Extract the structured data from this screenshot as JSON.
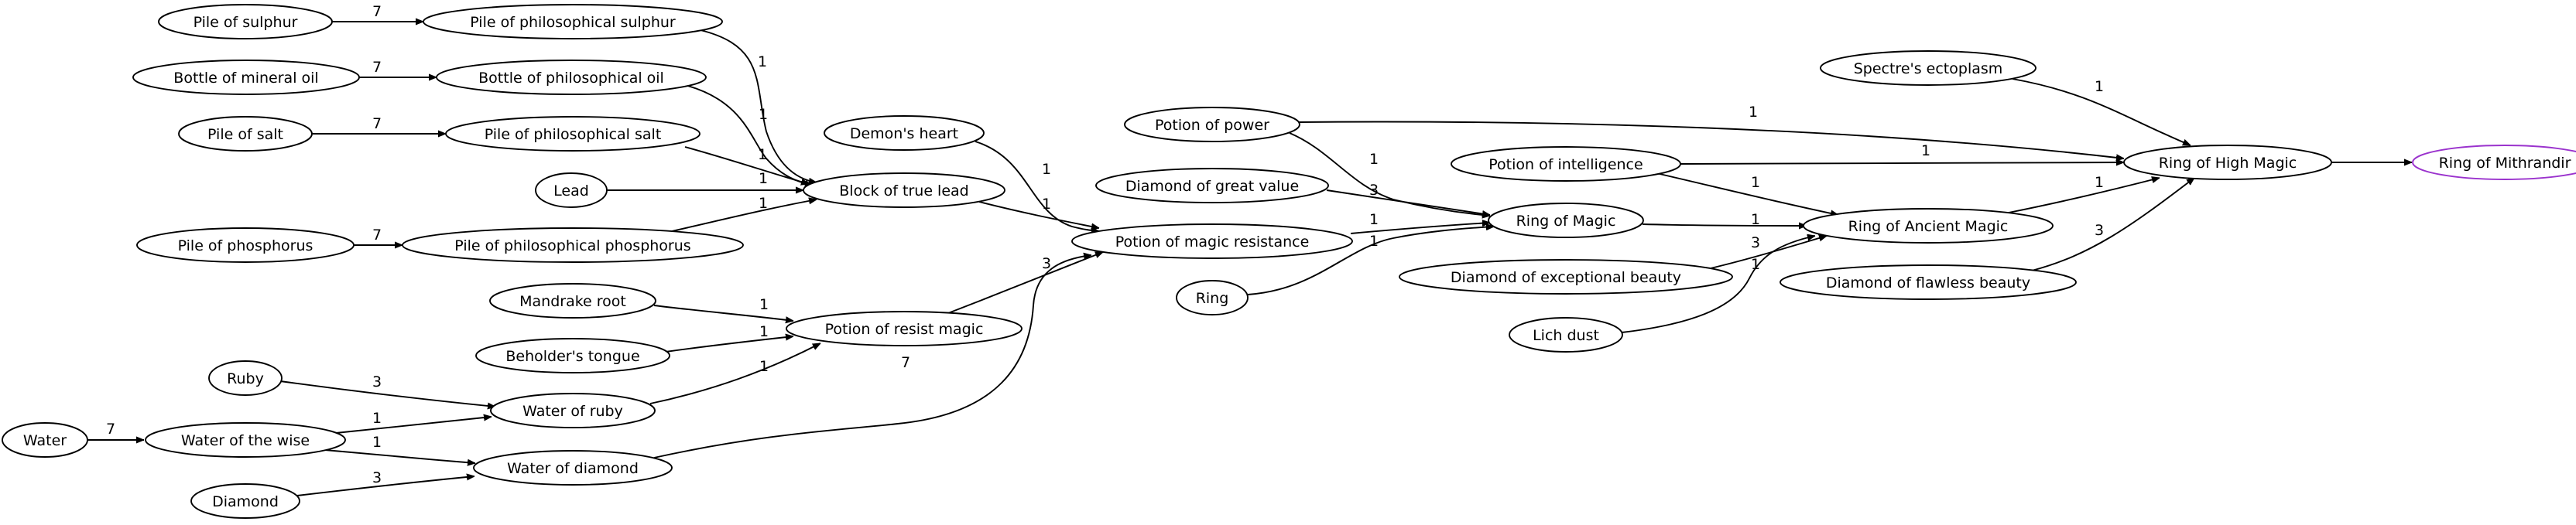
{
  "diagram": {
    "type": "directed-graph",
    "nodes": [
      {
        "id": "pile_sulphur",
        "label": "Pile of sulphur"
      },
      {
        "id": "phil_sulphur",
        "label": "Pile of philosophical sulphur"
      },
      {
        "id": "mineral_oil",
        "label": "Bottle of mineral oil"
      },
      {
        "id": "phil_oil",
        "label": "Bottle of philosophical oil"
      },
      {
        "id": "pile_salt",
        "label": "Pile of salt"
      },
      {
        "id": "phil_salt",
        "label": "Pile of philosophical salt"
      },
      {
        "id": "lead",
        "label": "Lead"
      },
      {
        "id": "pile_phosphorus",
        "label": "Pile of phosphorus"
      },
      {
        "id": "phil_phosphorus",
        "label": "Pile of philosophical phosphorus"
      },
      {
        "id": "true_lead",
        "label": "Block of true lead"
      },
      {
        "id": "demons_heart",
        "label": "Demon's heart"
      },
      {
        "id": "mandrake",
        "label": "Mandrake root"
      },
      {
        "id": "beholder",
        "label": "Beholder's tongue"
      },
      {
        "id": "resist_magic",
        "label": "Potion of resist magic"
      },
      {
        "id": "ruby",
        "label": "Ruby"
      },
      {
        "id": "water_ruby",
        "label": "Water of ruby"
      },
      {
        "id": "water",
        "label": "Water"
      },
      {
        "id": "water_wise",
        "label": "Water of the wise"
      },
      {
        "id": "diamond",
        "label": "Diamond"
      },
      {
        "id": "water_diamond",
        "label": "Water of diamond"
      },
      {
        "id": "potion_power",
        "label": "Potion of power"
      },
      {
        "id": "diamond_great",
        "label": "Diamond of great value"
      },
      {
        "id": "magic_resistance",
        "label": "Potion of magic resistance"
      },
      {
        "id": "ring",
        "label": "Ring"
      },
      {
        "id": "potion_intel",
        "label": "Potion of intelligence"
      },
      {
        "id": "ring_magic",
        "label": "Ring of Magic"
      },
      {
        "id": "diamond_exceptional",
        "label": "Diamond of exceptional beauty"
      },
      {
        "id": "lich_dust",
        "label": "Lich dust"
      },
      {
        "id": "spectre",
        "label": "Spectre's ectoplasm"
      },
      {
        "id": "ring_ancient",
        "label": "Ring of Ancient Magic"
      },
      {
        "id": "diamond_flawless",
        "label": "Diamond of flawless beauty"
      },
      {
        "id": "ring_high",
        "label": "Ring of High Magic"
      },
      {
        "id": "ring_mithrandir",
        "label": "Ring of Mithrandir",
        "color": "#9a32cd"
      }
    ],
    "edges": [
      {
        "from": "pile_sulphur",
        "to": "phil_sulphur",
        "label": "7"
      },
      {
        "from": "mineral_oil",
        "to": "phil_oil",
        "label": "7"
      },
      {
        "from": "pile_salt",
        "to": "phil_salt",
        "label": "7"
      },
      {
        "from": "pile_phosphorus",
        "to": "phil_phosphorus",
        "label": "7"
      },
      {
        "from": "phil_sulphur",
        "to": "true_lead",
        "label": "1"
      },
      {
        "from": "phil_oil",
        "to": "true_lead",
        "label": "1"
      },
      {
        "from": "phil_salt",
        "to": "true_lead",
        "label": "1"
      },
      {
        "from": "lead",
        "to": "true_lead",
        "label": "1"
      },
      {
        "from": "phil_phosphorus",
        "to": "true_lead",
        "label": "1"
      },
      {
        "from": "true_lead",
        "to": "magic_resistance",
        "label": "1"
      },
      {
        "from": "demons_heart",
        "to": "magic_resistance",
        "label": "1"
      },
      {
        "from": "mandrake",
        "to": "resist_magic",
        "label": "1"
      },
      {
        "from": "beholder",
        "to": "resist_magic",
        "label": "1"
      },
      {
        "from": "water_ruby",
        "to": "resist_magic",
        "label": "1"
      },
      {
        "from": "resist_magic",
        "to": "magic_resistance",
        "label": "3"
      },
      {
        "from": "ruby",
        "to": "water_ruby",
        "label": "3"
      },
      {
        "from": "water",
        "to": "water_wise",
        "label": "7"
      },
      {
        "from": "water_wise",
        "to": "water_ruby",
        "label": "1"
      },
      {
        "from": "water_wise",
        "to": "water_diamond",
        "label": "1"
      },
      {
        "from": "diamond",
        "to": "water_diamond",
        "label": "3"
      },
      {
        "from": "water_diamond",
        "to": "magic_resistance",
        "label": "7"
      },
      {
        "from": "potion_power",
        "to": "ring_magic",
        "label": "1"
      },
      {
        "from": "potion_power",
        "to": "ring_high",
        "label": "1"
      },
      {
        "from": "diamond_great",
        "to": "ring_magic",
        "label": "3"
      },
      {
        "from": "magic_resistance",
        "to": "ring_magic",
        "label": "1"
      },
      {
        "from": "ring",
        "to": "ring_magic",
        "label": "1"
      },
      {
        "from": "potion_intel",
        "to": "ring_ancient",
        "label": "1"
      },
      {
        "from": "potion_intel",
        "to": "ring_high",
        "label": "1"
      },
      {
        "from": "ring_magic",
        "to": "ring_ancient",
        "label": "1"
      },
      {
        "from": "diamond_exceptional",
        "to": "ring_ancient",
        "label": "3"
      },
      {
        "from": "lich_dust",
        "to": "ring_ancient",
        "label": "1"
      },
      {
        "from": "spectre",
        "to": "ring_high",
        "label": "1"
      },
      {
        "from": "ring_ancient",
        "to": "ring_high",
        "label": "1"
      },
      {
        "from": "diamond_flawless",
        "to": "ring_high",
        "label": "3"
      },
      {
        "from": "ring_high",
        "to": "ring_mithrandir",
        "label": ""
      }
    ]
  }
}
